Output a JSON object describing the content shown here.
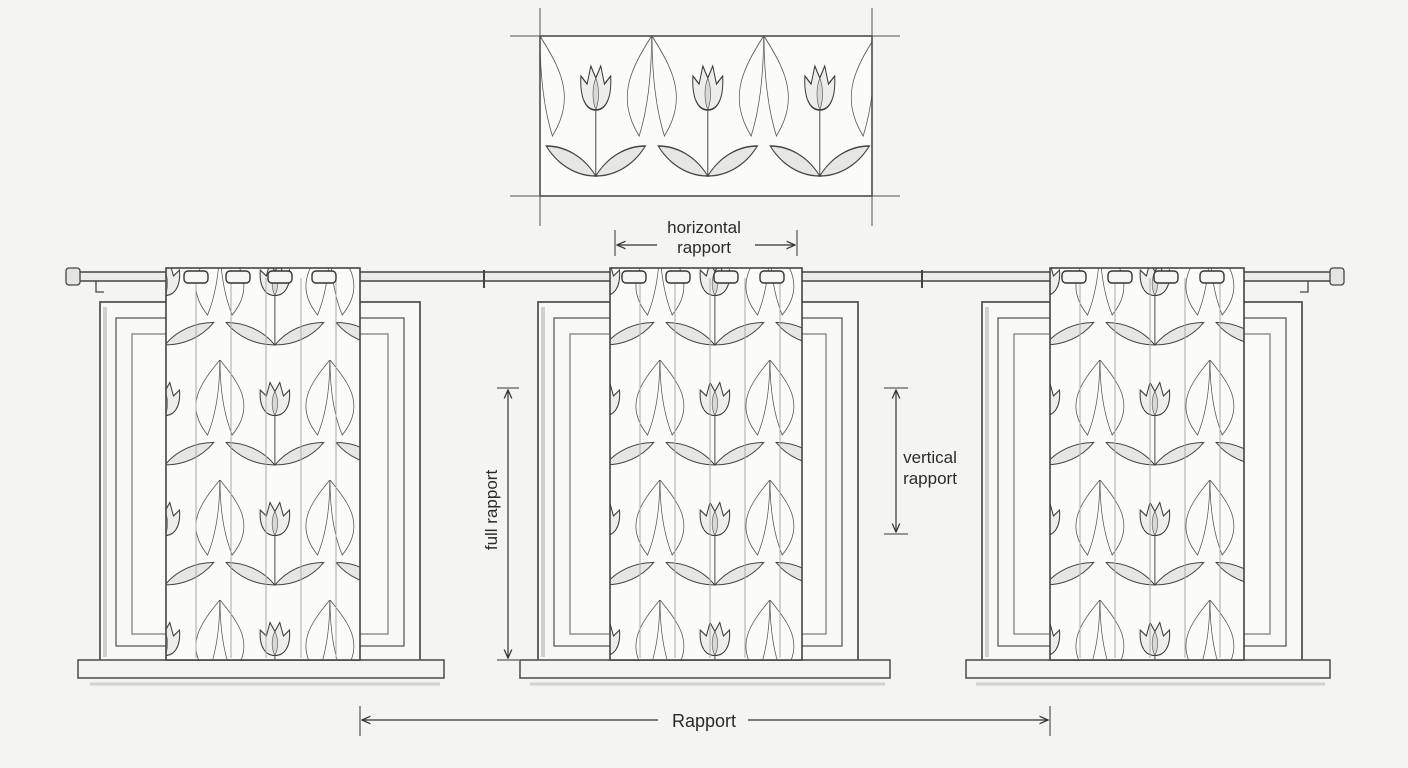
{
  "labels": {
    "horizontal_rapport": [
      "horizontal",
      "rapport"
    ],
    "vertical_rapport": [
      "vertical",
      "rapport"
    ],
    "full_rapport": "full rapport",
    "rapport": "Rapport"
  },
  "colors": {
    "background": "#f4f4f2",
    "ink": "#3a3a3a",
    "shade": "#9a9a9a",
    "fabric": "#fbfbfa"
  },
  "icons": {
    "motif": "tulip-icon",
    "arrow": "dimension-arrow"
  }
}
